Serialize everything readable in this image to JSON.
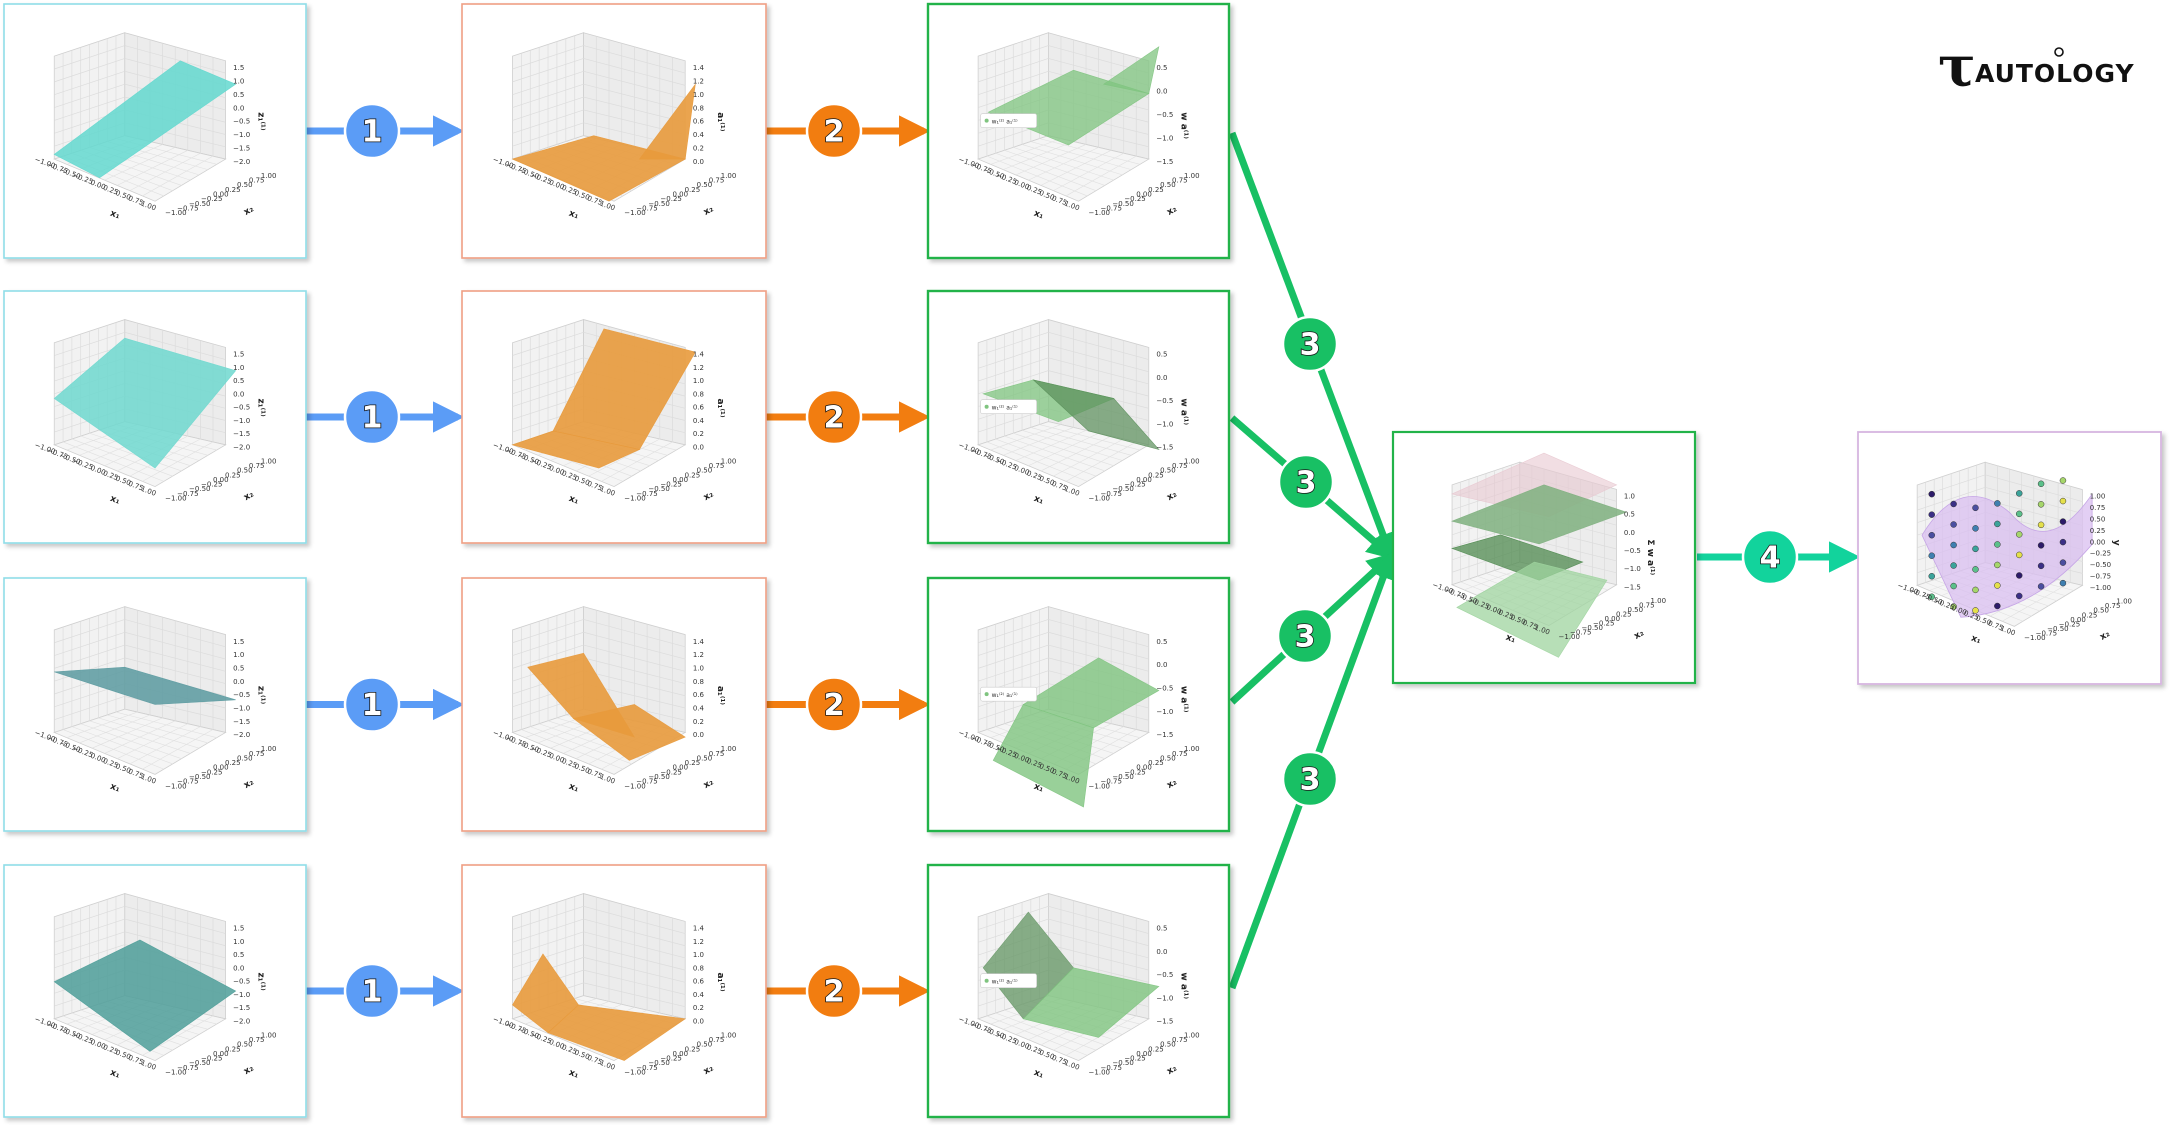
{
  "logo": {
    "letter": "τ",
    "text": "AUTOLOGY"
  },
  "steps": {
    "one": "1",
    "two": "2",
    "three": "3",
    "four": "4"
  },
  "colors": {
    "input_border": "#8fdde8",
    "relu_border": "#ef9f84",
    "weighted_border": "#22b34a",
    "sum_border": "#22b34a",
    "output_border": "#d6b6e0",
    "arrow_1": "#5b9cf6",
    "arrow_2": "#f27d10",
    "arrow_3": "#18c064",
    "arrow_4": "#12d39c",
    "surface_cyan": [
      "#63d8cf",
      "#6fd8cf",
      "#5a9aa0",
      "#4e9e99"
    ],
    "surface_orange": "#e89a3c",
    "surface_green": "#7fc47f",
    "surface_purple": "#d9bff0"
  },
  "axes": {
    "x_label": "x₁",
    "y_label": "x₂",
    "x_ticks": [
      "−1.00",
      "−0.75",
      "−0.50",
      "−0.25",
      "0.00",
      "0.25",
      "0.50",
      "0.75",
      "1.00"
    ],
    "y_ticks": [
      "−1.00",
      "−0.75",
      "−0.50",
      "−0.25",
      "0.00",
      "0.25",
      "0.50",
      "0.75",
      "1.00"
    ],
    "input_z_ticks": [
      "1.5",
      "1.0",
      "0.5",
      "0.0",
      "−0.5",
      "−1.0",
      "−1.5",
      "−2.0"
    ],
    "relu_z_ticks": [
      "1.4",
      "1.2",
      "1.0",
      "0.8",
      "0.6",
      "0.4",
      "0.2",
      "0.0"
    ],
    "weighted_z_ticks": [
      "0.5",
      "0.0",
      "−0.5",
      "−1.0",
      "−1.5"
    ],
    "sum_z_ticks": [
      "1.0",
      "0.5",
      "0.0",
      "−0.5",
      "−1.0",
      "−1.5"
    ],
    "output_x_ticks": [
      "−1.00",
      "−0.75",
      "−0.50",
      "−0.25",
      "0.00",
      "0.25",
      "0.50",
      "0.75",
      "1.00"
    ],
    "output_y_ticks": [
      "−1.00",
      "−0.75",
      "−0.50",
      "−0.25",
      "0.00",
      "0.25",
      "0.50",
      "0.75",
      "1.00"
    ],
    "output_z_ticks": [
      "1.00",
      "0.75",
      "0.50",
      "0.25",
      "0.00",
      "−0.25",
      "−0.50",
      "−0.75",
      "−1.00"
    ],
    "input_z_label": "z₁⁽¹⁾",
    "relu_z_label": "a₁⁽¹⁾",
    "weighted_z_label": "w a⁽¹⁾",
    "sum_z_label": "Σ w a⁽¹⁾",
    "output_z_label": "y",
    "legend_label": "w₁⁽²⁾ a₁⁽¹⁾"
  }
}
